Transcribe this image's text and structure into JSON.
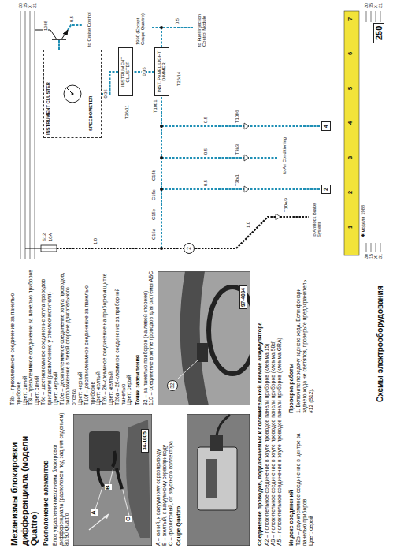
{
  "diagram": {
    "title": "Механизмы блокировки дифференциала (модели Quattro)",
    "nodes": [
      {
        "text": [
          "34-1005"
        ]
      },
      {
        "text": [
          "97-4084"
        ]
      },
      {
        "text": [
          "32"
        ]
      },
      {
        "text": [
          "INSTRUMENT CLUSTER"
        ]
      },
      {
        "text": [
          "SPEEDOMETER"
        ],
        "in": 3
      },
      {
        "text": [
          "INSTRUMENT CLUSTER"
        ]
      },
      {
        "text": [
          "INST. PANEL LIGHT DIMMER"
        ]
      },
      {
        "text": [
          "2"
        ]
      },
      {
        "text": [
          "2"
        ]
      },
      {
        "text": [
          "4"
        ]
      }
    ],
    "edges": [
      {
        "from": 6,
        "to": 5,
        "arrow": "none",
        "label": "0.35"
      },
      {
        "from": 5,
        "to": 3,
        "arrow": "none",
        "label": "0.35"
      }
    ],
    "labels": [
      "Расположение элементов",
      "Блок управления механизма блокировки дифференциала (расположен под задним сиденьем) 80/90 Quattro",
      "A",
      "B",
      "C",
      "A – синий, к вакуумному сервоприводу",
      "B – желтый, к вакуумному сервоприводу",
      "C – фиолетовый, от впускного коллектора",
      "Coupe Quattro",
      "T3b – трехклеммное соединение за панелью приборов",
      "Цвет: синий",
      "T3i – трехклеммное соединение за панелью приборов",
      "Цвет: синий",
      "T6c – шестиклеммное соединение жгута проводов двигателя (расположено у стеклоочистителя)",
      "Цвет: черный",
      "T10e – десятиклеммное соединение жгута проводов, расположенное в левой стороне двигательного отсека",
      "Цвет: черный",
      "T10f – десятиклеммное соединение за панелью приборов",
      "Цвет: желтый",
      "T26 – 26-клеммное соединение на приборном щитке",
      "Цвет: желтый",
      "T26a – 26-клеммное соединение за приборной панелью",
      "Цвет: серый",
      "Точки заземления",
      "32 – за панелью приборов (на левой стороне)",
      "110 – соединение в жгуте проводов для системы АБС",
      "Соединение проводов, подключаемых к положительной клемме аккумулятора",
      "A2 – положительное соединение в жгуте проводов панели приборов (клемма 15)",
      "A3 – положительное соединение в жгуте проводов панели приборов (клемма 58d)",
      "A5 – положительное соединение в жгуте проводов панели приборов (клемма GRA)",
      "Индекс соединений",
      "T2b – двухклеммное соединение в центре за панелью приборов",
      "Цвет: серый",
      "Проверка работы",
      "1. Включите передачу заднего хода. Если фонари заднего хода не светятся, проверьте предохранитель #12 (S12).",
      "Схемы электрооборудования",
      "250",
      "30",
      "15",
      "X",
      "31",
      "30",
      "15",
      "X",
      "31",
      "30",
      "15",
      "X",
      "31",
      "S12",
      "10A",
      "1.0",
      "1.0",
      "T10e/9",
      "to Antilock Brake System",
      "C15a",
      "C15e",
      "C15c",
      "C15b",
      "0.5",
      "0.5",
      "0.5",
      "T3b/1",
      "T3i/3",
      "T10f/6",
      "to Air Conditioning",
      "T26/11",
      "1988",
      "to Cruise Control",
      "0.5",
      "1990 (Except Coupe Quattro)",
      "to Fuel Injection Control Module",
      "0.5",
      "T26/14",
      "T10f/1",
      "1",
      "2",
      "3",
      "4",
      "5",
      "6",
      "7",
      "✱ модели 1988"
    ]
  }
}
